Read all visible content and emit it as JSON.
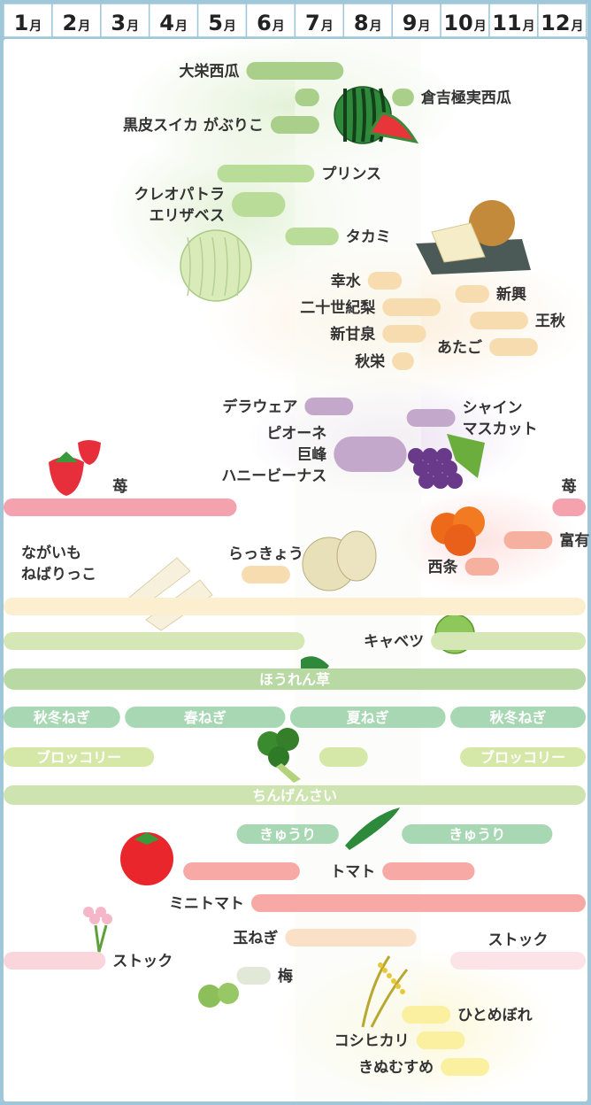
{
  "months": [
    "1",
    "2",
    "3",
    "4",
    "5",
    "6",
    "7",
    "8",
    "9",
    "10",
    "11",
    "12"
  ],
  "month_suffix": "月",
  "chart_data": {
    "type": "timeline",
    "x_unit": "month",
    "xlim": [
      1,
      13
    ],
    "title": "",
    "series": [
      {
        "name": "大栄西瓜",
        "start": 6.0,
        "end": 8.0,
        "color": "#a9cf8a"
      },
      {
        "name": "倉吉極実西瓜",
        "start": 9.0,
        "end": 9.45,
        "color": "#a9cf8a"
      },
      {
        "name": "",
        "start": 7.0,
        "end": 7.5,
        "color": "#a9cf8a"
      },
      {
        "name": "黒皮スイカ がぶりこ",
        "start": 6.5,
        "end": 7.5,
        "color": "#a9cf8a"
      },
      {
        "name": "プリンス",
        "start": 5.4,
        "end": 7.4,
        "color": "#b9dd98"
      },
      {
        "name": "クレオパトラ\nエリザベス",
        "start": 5.7,
        "end": 6.8,
        "color": "#b9dd98"
      },
      {
        "name": "タカミ",
        "start": 6.8,
        "end": 7.9,
        "color": "#b9dd98"
      },
      {
        "name": "幸水",
        "start": 8.5,
        "end": 9.2,
        "color": "#f7dcb0"
      },
      {
        "name": "二十世紀梨",
        "start": 8.8,
        "end": 10.0,
        "color": "#f7dcb0"
      },
      {
        "name": "新甘泉",
        "start": 8.8,
        "end": 9.7,
        "color": "#f7dcb0"
      },
      {
        "name": "秋栄",
        "start": 9.0,
        "end": 9.45,
        "color": "#f7dcb0"
      },
      {
        "name": "新興",
        "start": 10.3,
        "end": 11.0,
        "color": "#f7dcb0"
      },
      {
        "name": "王秋",
        "start": 10.6,
        "end": 11.8,
        "color": "#f7dcb0"
      },
      {
        "name": "あたご",
        "start": 11.0,
        "end": 12.0,
        "color": "#f7dcb0"
      },
      {
        "name": "デラウェア",
        "start": 7.2,
        "end": 8.2,
        "color": "#c4a8cc"
      },
      {
        "name": "シャイン\nマスカット",
        "start": 9.3,
        "end": 10.3,
        "color": "#c4a8cc"
      },
      {
        "name": "ピオーネ\n巨峰\nハニービーナス",
        "start": 7.8,
        "end": 9.3,
        "color": "#c4a8cc"
      },
      {
        "name": "苺",
        "start": 1.0,
        "end": 5.8,
        "color": "#f4a2ad"
      },
      {
        "name": "苺",
        "start": 12.3,
        "end": 13.1,
        "color": "#f4a2ad"
      },
      {
        "name": "富有",
        "start": 11.3,
        "end": 12.3,
        "color": "#f6b0a0"
      },
      {
        "name": "西条",
        "start": 10.5,
        "end": 11.2,
        "color": "#f6b0a0"
      },
      {
        "name": "らっきょう",
        "start": 5.9,
        "end": 6.9,
        "color": "#f7dcb0"
      },
      {
        "name": "ながいも\nねばりっこ",
        "start": 1.0,
        "end": 13.3,
        "color": "#fbefd0"
      },
      {
        "name": "キャベツ",
        "start": 1.0,
        "end": 7.2,
        "color": "#d4e7b4"
      },
      {
        "name": "キャベツ",
        "start": 9.8,
        "end": 13.3,
        "color": "#d4e7b4"
      },
      {
        "name": "ほうれん草",
        "start": 1.0,
        "end": 13.3,
        "color": "#b8d8a4"
      },
      {
        "name": "秋冬ねぎ",
        "start": 1.0,
        "end": 3.4,
        "color": "#a8d7b4"
      },
      {
        "name": "春ねぎ",
        "start": 3.5,
        "end": 6.8,
        "color": "#a8d7b4"
      },
      {
        "name": "夏ねぎ",
        "start": 6.9,
        "end": 10.1,
        "color": "#a8d7b4"
      },
      {
        "name": "秋冬ねぎ",
        "start": 10.2,
        "end": 13.3,
        "color": "#a8d7b4"
      },
      {
        "name": "ブロッコリー",
        "start": 1.0,
        "end": 4.1,
        "color": "#d6e8a8"
      },
      {
        "name": "ブロッコリー",
        "start": 7.5,
        "end": 8.5,
        "color": "#d6e8a8"
      },
      {
        "name": "ブロッコリー",
        "start": 10.4,
        "end": 13.3,
        "color": "#d6e8a8"
      },
      {
        "name": "ちんげんさい",
        "start": 1.0,
        "end": 13.3,
        "color": "#cde4b0"
      },
      {
        "name": "きゅうり",
        "start": 5.8,
        "end": 7.9,
        "color": "#a8d7b4"
      },
      {
        "name": "きゅうり",
        "start": 9.2,
        "end": 12.3,
        "color": "#a8d7b4"
      },
      {
        "name": "トマト",
        "start": 4.7,
        "end": 7.1,
        "color": "#f6a9a5"
      },
      {
        "name": "トマト",
        "start": 8.8,
        "end": 10.7,
        "color": "#f6a9a5"
      },
      {
        "name": "ミニトマト",
        "start": 6.1,
        "end": 13.0,
        "color": "#f6a9a5"
      },
      {
        "name": "玉ねぎ",
        "start": 6.8,
        "end": 9.5,
        "color": "#fbe0c8"
      },
      {
        "name": "ストック",
        "start": 1.0,
        "end": 3.1,
        "color": "#fbd5dc"
      },
      {
        "name": "ストック",
        "start": 10.2,
        "end": 13.3,
        "color": "#fbe3e8"
      },
      {
        "name": "梅",
        "start": 5.8,
        "end": 6.5,
        "color": "#e2e8d8"
      },
      {
        "name": "ひとめぼれ",
        "start": 9.2,
        "end": 10.2,
        "color": "#faf0a0"
      },
      {
        "name": "コシヒカリ",
        "start": 9.5,
        "end": 10.5,
        "color": "#faf0a0"
      },
      {
        "name": "きぬむすめ",
        "start": 10.0,
        "end": 11.0,
        "color": "#faf0a0"
      }
    ]
  }
}
